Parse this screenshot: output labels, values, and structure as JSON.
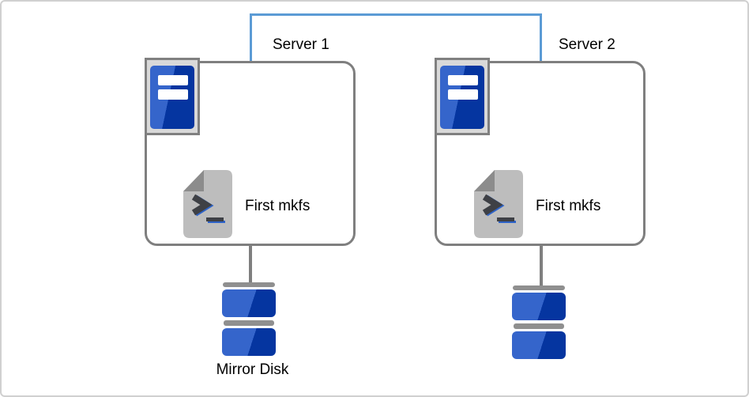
{
  "colors": {
    "link_blue": "#5b9bd5",
    "node_border_gray": "#7f7f7f",
    "connector_gray": "#7f7f7f",
    "disk_bar_gray": "#8f8f8f",
    "device_blue_light": "#3565cb",
    "device_blue_dark": "#0535a0",
    "icon_frame_fill": "#d9d9d9",
    "icon_frame_border": "#808080",
    "script_doc_fill": "#bdbdbd",
    "script_doc_fold": "#8c8c8c",
    "script_glyph_dark": "#3e4045",
    "script_glyph_blue": "#2e63c8",
    "label_text": "#000000"
  },
  "servers": [
    {
      "label": "Server 1",
      "script_label": "First mkfs"
    },
    {
      "label": "Server 2",
      "script_label": "First mkfs"
    }
  ],
  "mirror_disk": {
    "label": "Mirror Disk"
  },
  "icons": {
    "server": "server-tower-icon",
    "script": "shell-script-icon",
    "disk": "disk-stack-icon"
  }
}
